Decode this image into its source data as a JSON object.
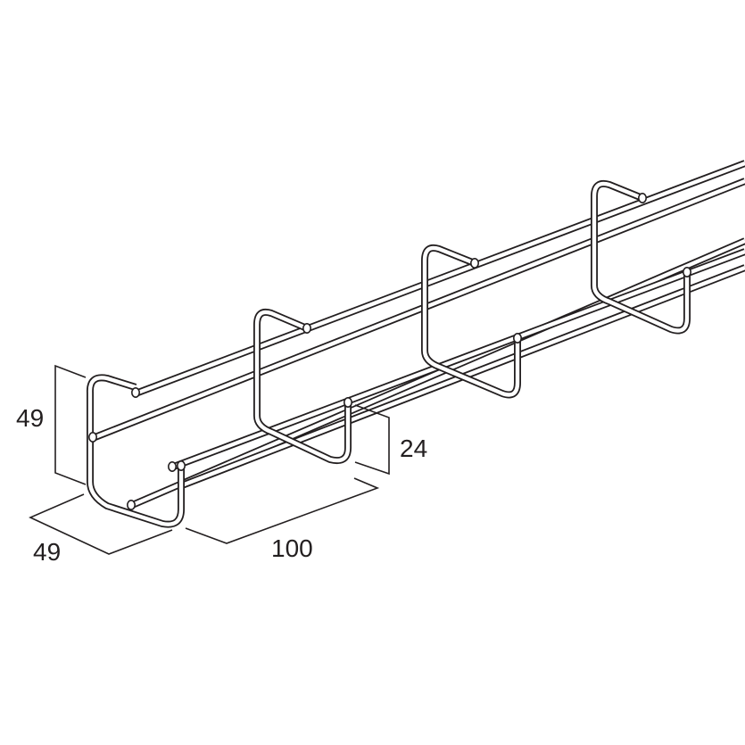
{
  "dimensions": {
    "height": "49",
    "width": "49",
    "length": "100",
    "rod_height": "24"
  },
  "colors": {
    "line": "#231f20",
    "background": "#ffffff"
  }
}
